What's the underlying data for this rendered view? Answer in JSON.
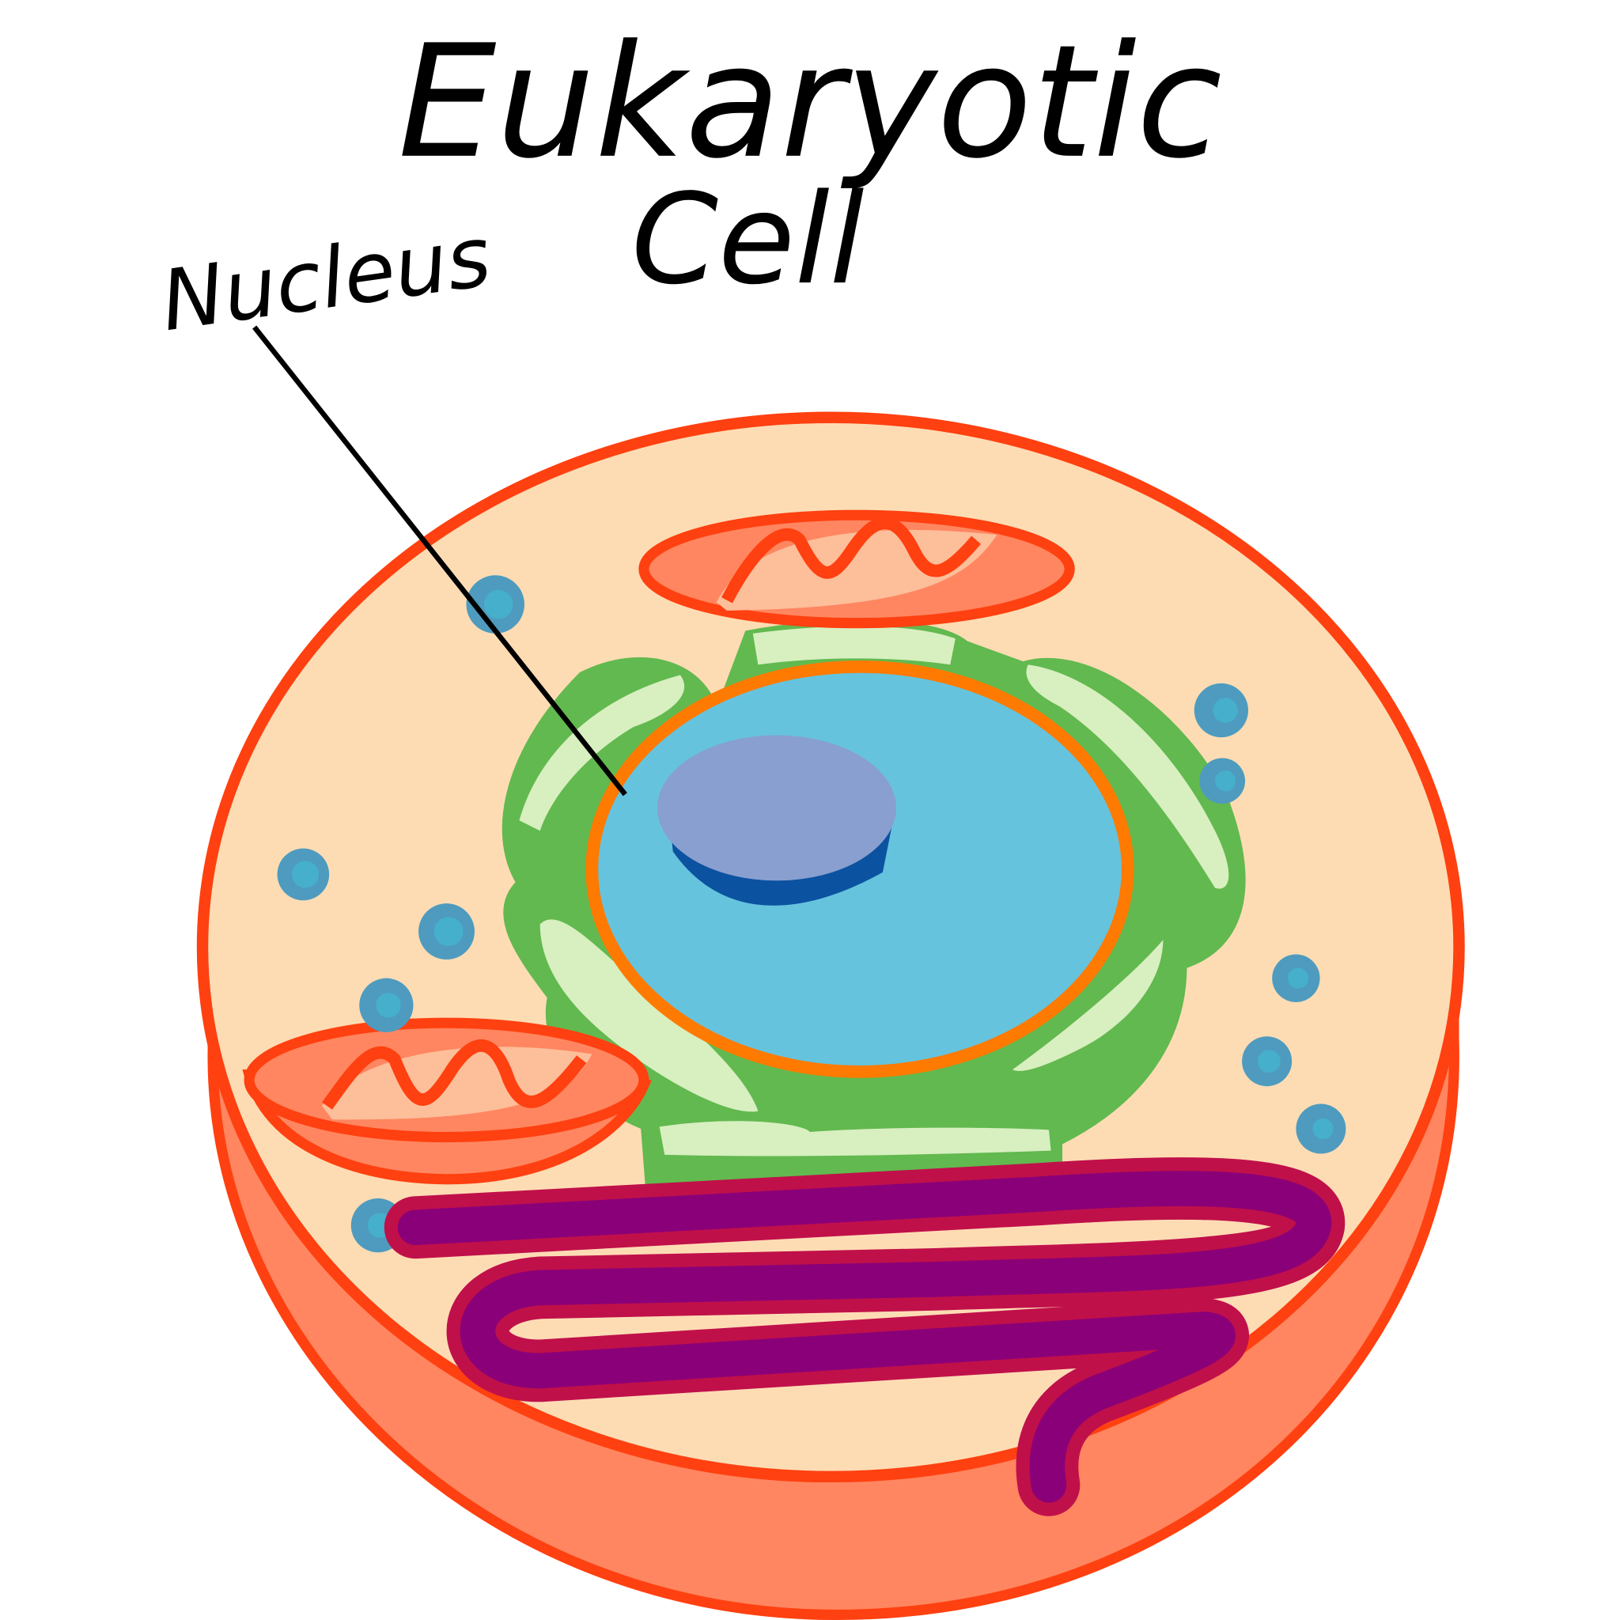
{
  "title": {
    "line1": "Eukaryotic",
    "line2": "Cell"
  },
  "labels": [
    {
      "text": "Nucleus",
      "points_to": "nucleus"
    }
  ],
  "colors": {
    "membrane": "#FF4010",
    "cytoplasm": "#FDDCB4",
    "cell_side": "#FF8660",
    "nucleus": "#66C3DD",
    "nuclear_envelope": "#FF7A00",
    "nucleolus": "#889FCF",
    "nucleolus_shadow": "#0B52A0",
    "er_dark": "#62B94F",
    "er_light": "#D8EFC0",
    "mitochondria": "#FF8660",
    "mito_inner": "#FDBE9A",
    "vesicle": "#4E9BBF",
    "vesicle_inner": "#46AFCB",
    "golgi_outer": "#C0104A",
    "golgi_inner": "#8A0078"
  }
}
